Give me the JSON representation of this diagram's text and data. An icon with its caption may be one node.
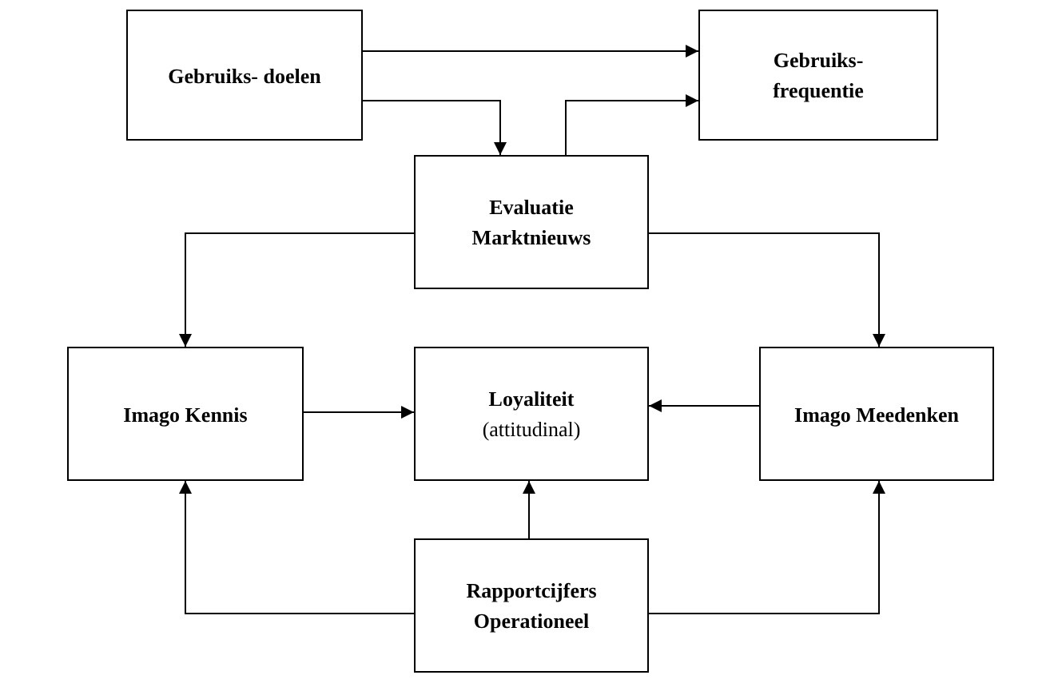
{
  "diagram": {
    "nodes": [
      {
        "text": [
          "Gebruiks- doelen"
        ]
      },
      {
        "text": [
          "Gebruiks- frequentie"
        ]
      },
      {
        "text": [
          "Evaluatie Marktnieuws"
        ]
      },
      {
        "text": [
          "Imago Kennis"
        ]
      },
      {
        "text": [
          "Loyaliteit",
          "(attitudinal)"
        ]
      },
      {
        "text": [
          "Imago Meedenken"
        ]
      },
      {
        "text": [
          "Rapportcijfers Operationeel"
        ]
      }
    ],
    "edges": [
      {
        "from": 0,
        "to": 1,
        "arrow": "to"
      },
      {
        "from": 0,
        "to": 2,
        "arrow": "to"
      },
      {
        "from": 2,
        "to": 1,
        "arrow": "to"
      },
      {
        "from": 2,
        "to": 3,
        "arrow": "to"
      },
      {
        "from": 2,
        "to": 5,
        "arrow": "to"
      },
      {
        "from": 3,
        "to": 4,
        "arrow": "to"
      },
      {
        "from": 5,
        "to": 4,
        "arrow": "to"
      },
      {
        "from": 6,
        "to": 4,
        "arrow": "to"
      },
      {
        "from": 6,
        "to": 3,
        "arrow": "to"
      },
      {
        "from": 6,
        "to": 5,
        "arrow": "to"
      }
    ]
  }
}
